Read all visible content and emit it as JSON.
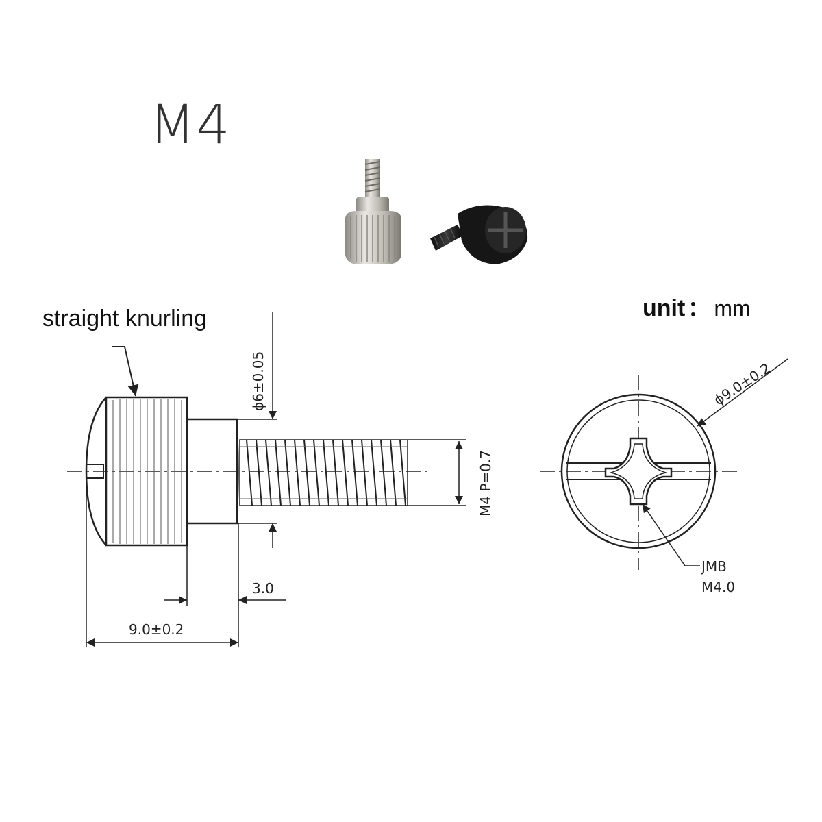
{
  "title": "M4",
  "unit": {
    "label": "unit",
    "separator": "：",
    "value": "mm"
  },
  "callout": "straight knurling",
  "dimensions": {
    "head_diameter": "ϕ6±0.05",
    "thread": "M4 P=0.7",
    "shoulder": "3.0",
    "head_length": "9.0±0.2",
    "top_diameter": "ϕ9.0±0.2",
    "mark_line1": "JMB",
    "mark_line2": "M4.0"
  },
  "colors": {
    "line": "#222222",
    "nickel": "#c9c7c2",
    "black": "#1b1b1b"
  }
}
